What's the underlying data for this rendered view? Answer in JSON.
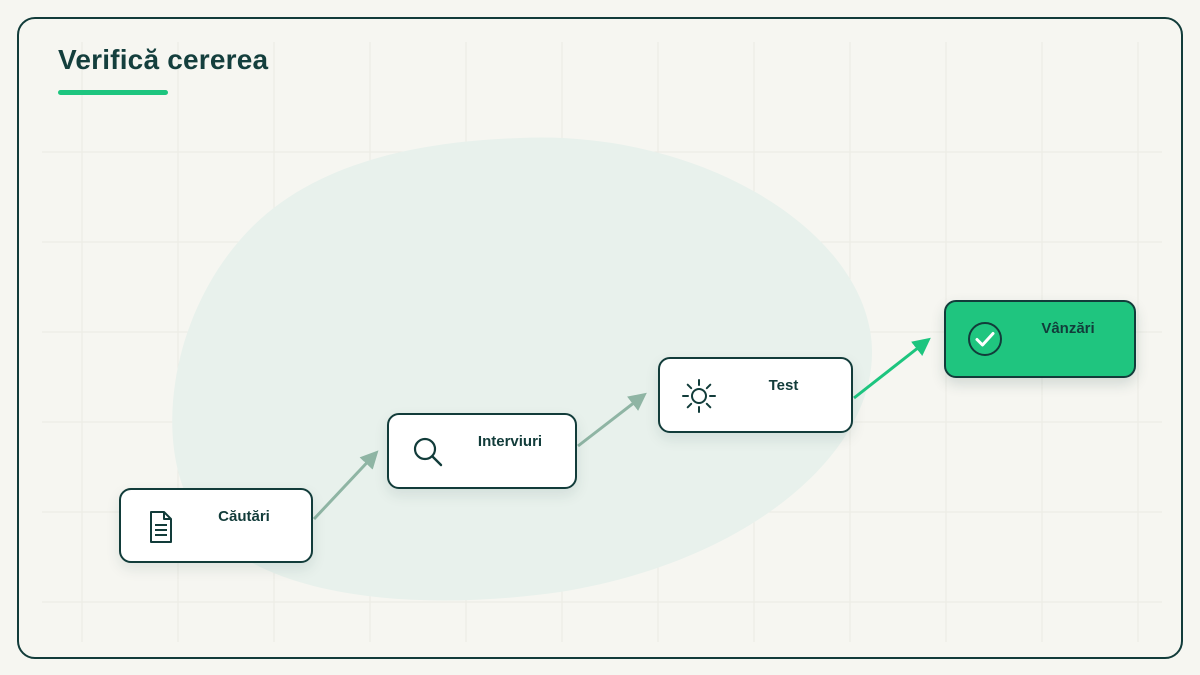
{
  "title": "Verifică cererea",
  "colors": {
    "background": "#f6f6f1",
    "outline": "#123c3a",
    "accent": "#1dc57f",
    "final_fill": "#1fc57f",
    "connector_muted": "#8fb5a4",
    "blob": "#e8f1ec"
  },
  "steps": [
    {
      "label": "Căutări",
      "icon": "document-icon"
    },
    {
      "label": "Interviuri",
      "icon": "search-icon"
    },
    {
      "label": "Test",
      "icon": "sun-icon"
    },
    {
      "label": "Vânzări",
      "icon": "check-circle-icon"
    }
  ]
}
